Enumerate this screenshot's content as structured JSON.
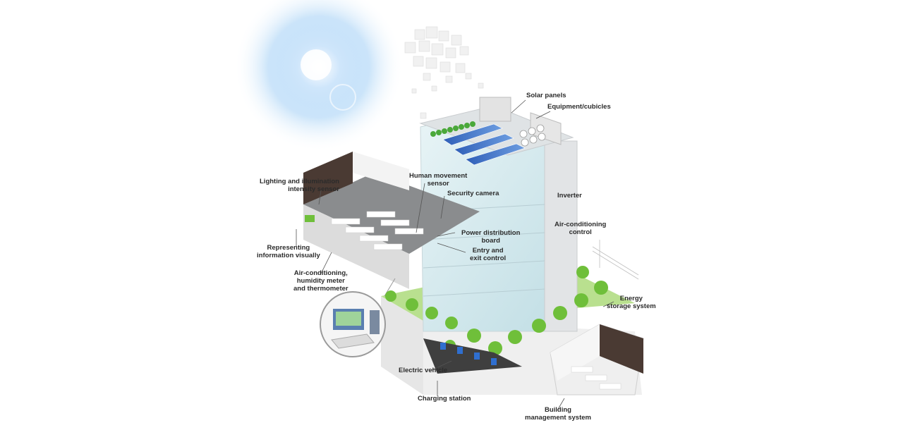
{
  "labels": {
    "solar_panels": [
      "Solar panels"
    ],
    "equipment": [
      "Equipment/cubicles"
    ],
    "human_movement": [
      "Human movement",
      "sensor"
    ],
    "lighting": [
      "Lighting and illumination",
      "intensity sensor"
    ],
    "security_camera": [
      "Security camera"
    ],
    "inverter": [
      "Inverter"
    ],
    "air_control": [
      "Air-conditioning",
      "control"
    ],
    "power_board": [
      "Power distribution",
      "board"
    ],
    "entry_exit": [
      "Entry and",
      "exit control"
    ],
    "representing": [
      "Representing",
      "information visually"
    ],
    "air_meter": [
      "Air-conditioning,",
      "humidity meter",
      "and thermometer"
    ],
    "energy_storage": [
      "Energy",
      "storage system"
    ],
    "electric_vehicle": [
      "Electric vehicle"
    ],
    "charging_station": [
      "Charging station"
    ],
    "bms": [
      "Building",
      "management system"
    ]
  },
  "colors": {
    "sky_glow": "#9fd0f5",
    "glass": "#cfe7ee",
    "tree": "#6fbf3a",
    "lawn": "#b9e08f",
    "solar": "#3c6fc4",
    "building": "#e9eaeb",
    "dark_wall": "#4a3a33"
  }
}
